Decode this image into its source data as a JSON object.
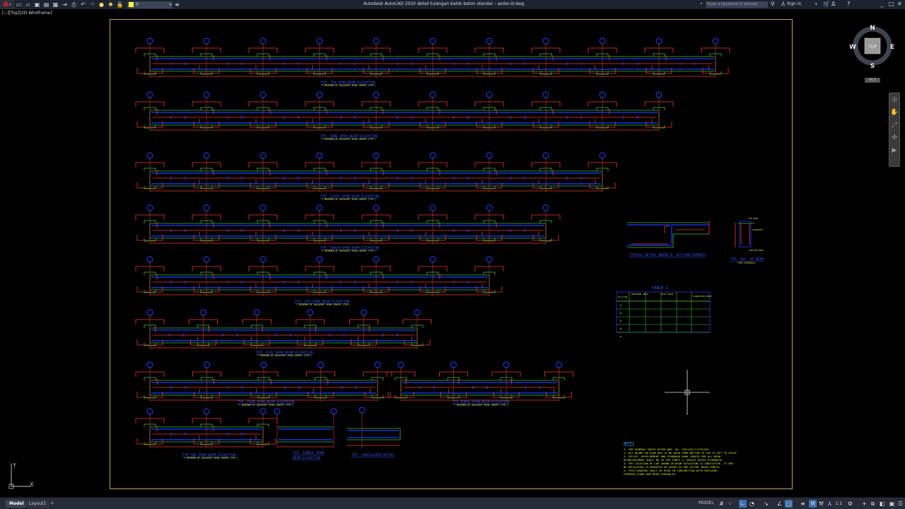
{
  "titlebar": {
    "app_letter": "A",
    "quick_access": [
      "new-icon",
      "open-icon",
      "save-icon",
      "save-as-icon",
      "plot-icon",
      "share-icon",
      "print-icon",
      "undo-icon",
      "redo-icon"
    ],
    "layer_value": "0",
    "layer_color": "#ffff33",
    "title": "Autodesk AutoCAD 2020    detail tulangan balok beton standar - asdar.id.dwg",
    "search_placeholder": "Type a keyword or phrase",
    "sign_in": "Sign In"
  },
  "viewport": {
    "label": "[−][Top][2D Wireframe]"
  },
  "viewcube": {
    "north": "N",
    "south": "S",
    "east": "E",
    "west": "W",
    "face": "TOP",
    "wcs": "WCS"
  },
  "ucs": {
    "x": "X",
    "y": "Y"
  },
  "drawing": {
    "elevations": [
      {
        "title": "TYP. TEN SPAN BEAM ELEVATION",
        "note": "* MINIMUM OF ADJACENT SPAN LENGTH (TYP.)",
        "spans": 10
      },
      {
        "title": "TYP. NINE SPAN BEAM ELEVATION",
        "note": "* MINIMUM OF ADJACENT SPAN LENGTH (TYP.)",
        "spans": 9
      },
      {
        "title": "TYP. EIGHT SPAN BEAM ELEVATION",
        "note": "* MINIMUM OF ADJACENT SPAN LENGTH (TYP.)",
        "spans": 8
      },
      {
        "title": "TYP. SEVEN SPAN BEAM ELEVATION",
        "note": "* MINIMUM OF ADJACENT SPAN LENGTH (TYP.)",
        "spans": 7
      },
      {
        "title": "TYP. SIX SPAN BEAM ELEVATION",
        "note": "* MINIMUM OF ADJACENT SPAN LENGTH (TYP.)",
        "spans": 6
      },
      {
        "title": "TYP. FIVE SPAN BEAM ELEVATION",
        "note": "* MINIMUM OF ADJACENT SPAN LENGTH (TYP.)",
        "spans": 5
      },
      {
        "title": "TYP. FOUR SPAN BEAM ELEVATION",
        "note": "* MINIMUM OF ADJACENT SPAN LENGTH (TYP.)",
        "spans": 4
      },
      {
        "title": "TYP.THREE SPAN BEAM ELEVATION",
        "note": "* MINIMUM OF ADJACENT SPAN LENGTH (TYP.)",
        "spans": 3
      },
      {
        "title": "TYP.TWO SPAN BEAM ELEVATION",
        "note": "* MINIMUM OF ADJACENT SPAN LENGTH (TYP.)",
        "spans": 2
      }
    ],
    "single_span": {
      "title1": "TYP. SINGLE SPAN",
      "title2": "BEAM ELEVATION"
    },
    "cantilever": {
      "title": "TYP. CANTILEVER DETAIL"
    },
    "section_change": {
      "title": "TYPICAL DETAIL WHERE B- SECTION CHANGES"
    },
    "beam_section": {
      "title": "TYP. SEC. OF BEAM",
      "sub": "*SEE SCHEDULE",
      "labels": [
        "TOP BARS",
        "STIRRUPS",
        "BOTTOM BARS"
      ]
    },
    "table": {
      "title": "TABLE-1",
      "headers": [
        "DIA OF BAR",
        "DEVELOPMENT LENGTH",
        "SPLICE LENGTH",
        "STANDARD HOOK LENGTH"
      ],
      "rows": [
        [
          "Ø",
          "",
          "",
          "",
          "",
          "-"
        ],
        [
          "Ø",
          "",
          "",
          "",
          "",
          ""
        ],
        [
          "Ø",
          "",
          "",
          "",
          "",
          ""
        ],
        [
          "Ø",
          "",
          "",
          "",
          "",
          ""
        ],
        [
          "Ø",
          "",
          "",
          "",
          "",
          ""
        ]
      ]
    },
    "notes": {
      "title": "NOTES",
      "items": [
        "1- FOR GENERAL NOTES REFER DWG. No. XXX/XXX/C/STR/001",
        "2- ALL BEAMS IN PLAN ARE TO BE READ FROM BOTTOM TO TOP & LEFT TO RIGHT.",
        "3- SPLICE, DEVELOPMENT AND STANDARD HOOK LENGTH FOR ALL BEAM",
        "   REINFORCEMENT SHALL BE AS PER TABLE-1, UNLESS NOTED OTHERWISE.",
        "4- THE LOCATION OF LAP SHOWN IN BEAM ELEVATION IS INDICATIVE, IT MAY",
        "   BE RELOCATED/ ELIMINATED OR ADDED AS PER ACTUAL BEAM LENGTH.",
        "5- THIS DRAWING SHALL BE READ IN CONJUNCTION  WITH BUILDING",
        "   FRAMING PLANS AND BEAM SCHEDULES."
      ]
    },
    "colors": {
      "rebar": "#e03a2a",
      "concrete": "#3cb43c",
      "bars": "#1a3cff",
      "text": "#c8e030",
      "title": "#3a5cff",
      "border": "#b0a060"
    }
  },
  "statusbar": {
    "tabs": [
      "Model",
      "Layout1"
    ],
    "add_tab": "+",
    "model_label": "MODEL",
    "scale": "1:1"
  }
}
